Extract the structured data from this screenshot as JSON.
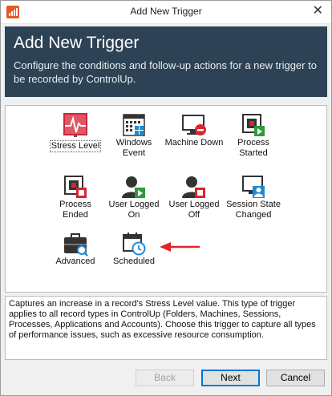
{
  "window": {
    "title": "Add New Trigger",
    "close_glyph": "✕"
  },
  "header": {
    "title": "Add New Trigger",
    "subtitle": "Configure the conditions and follow-up actions for a new trigger to be recorded by ControlUp."
  },
  "triggers": [
    {
      "label": "Stress Level",
      "icon": "stress-level-icon",
      "selected": true
    },
    {
      "label": "Windows Event",
      "icon": "windows-event-icon"
    },
    {
      "label": "Machine Down",
      "icon": "machine-down-icon"
    },
    {
      "label": "Process Started",
      "icon": "process-started-icon"
    },
    {
      "label": "Process Ended",
      "icon": "process-ended-icon"
    },
    {
      "label": "User Logged On",
      "icon": "user-logged-on-icon"
    },
    {
      "label": "User Logged Off",
      "icon": "user-logged-off-icon"
    },
    {
      "label": "Session State Changed",
      "icon": "session-state-changed-icon"
    },
    {
      "label": "Advanced",
      "icon": "advanced-icon"
    },
    {
      "label": "Scheduled",
      "icon": "scheduled-icon"
    }
  ],
  "description": "Captures an increase in a record's Stress Level value. This type of trigger applies to all record types in ControlUp (Folders, Machines, Sessions, Processes, Applications and Accounts). Choose this trigger to capture all types of performance issues, such as excessive resource consumption.",
  "buttons": {
    "back": "Back",
    "next": "Next",
    "cancel": "Cancel"
  },
  "colors": {
    "header_bg": "#2d4254",
    "accent_red": "#d8262b",
    "accent_green": "#2e9a3c",
    "arrow": "#e0242b"
  }
}
